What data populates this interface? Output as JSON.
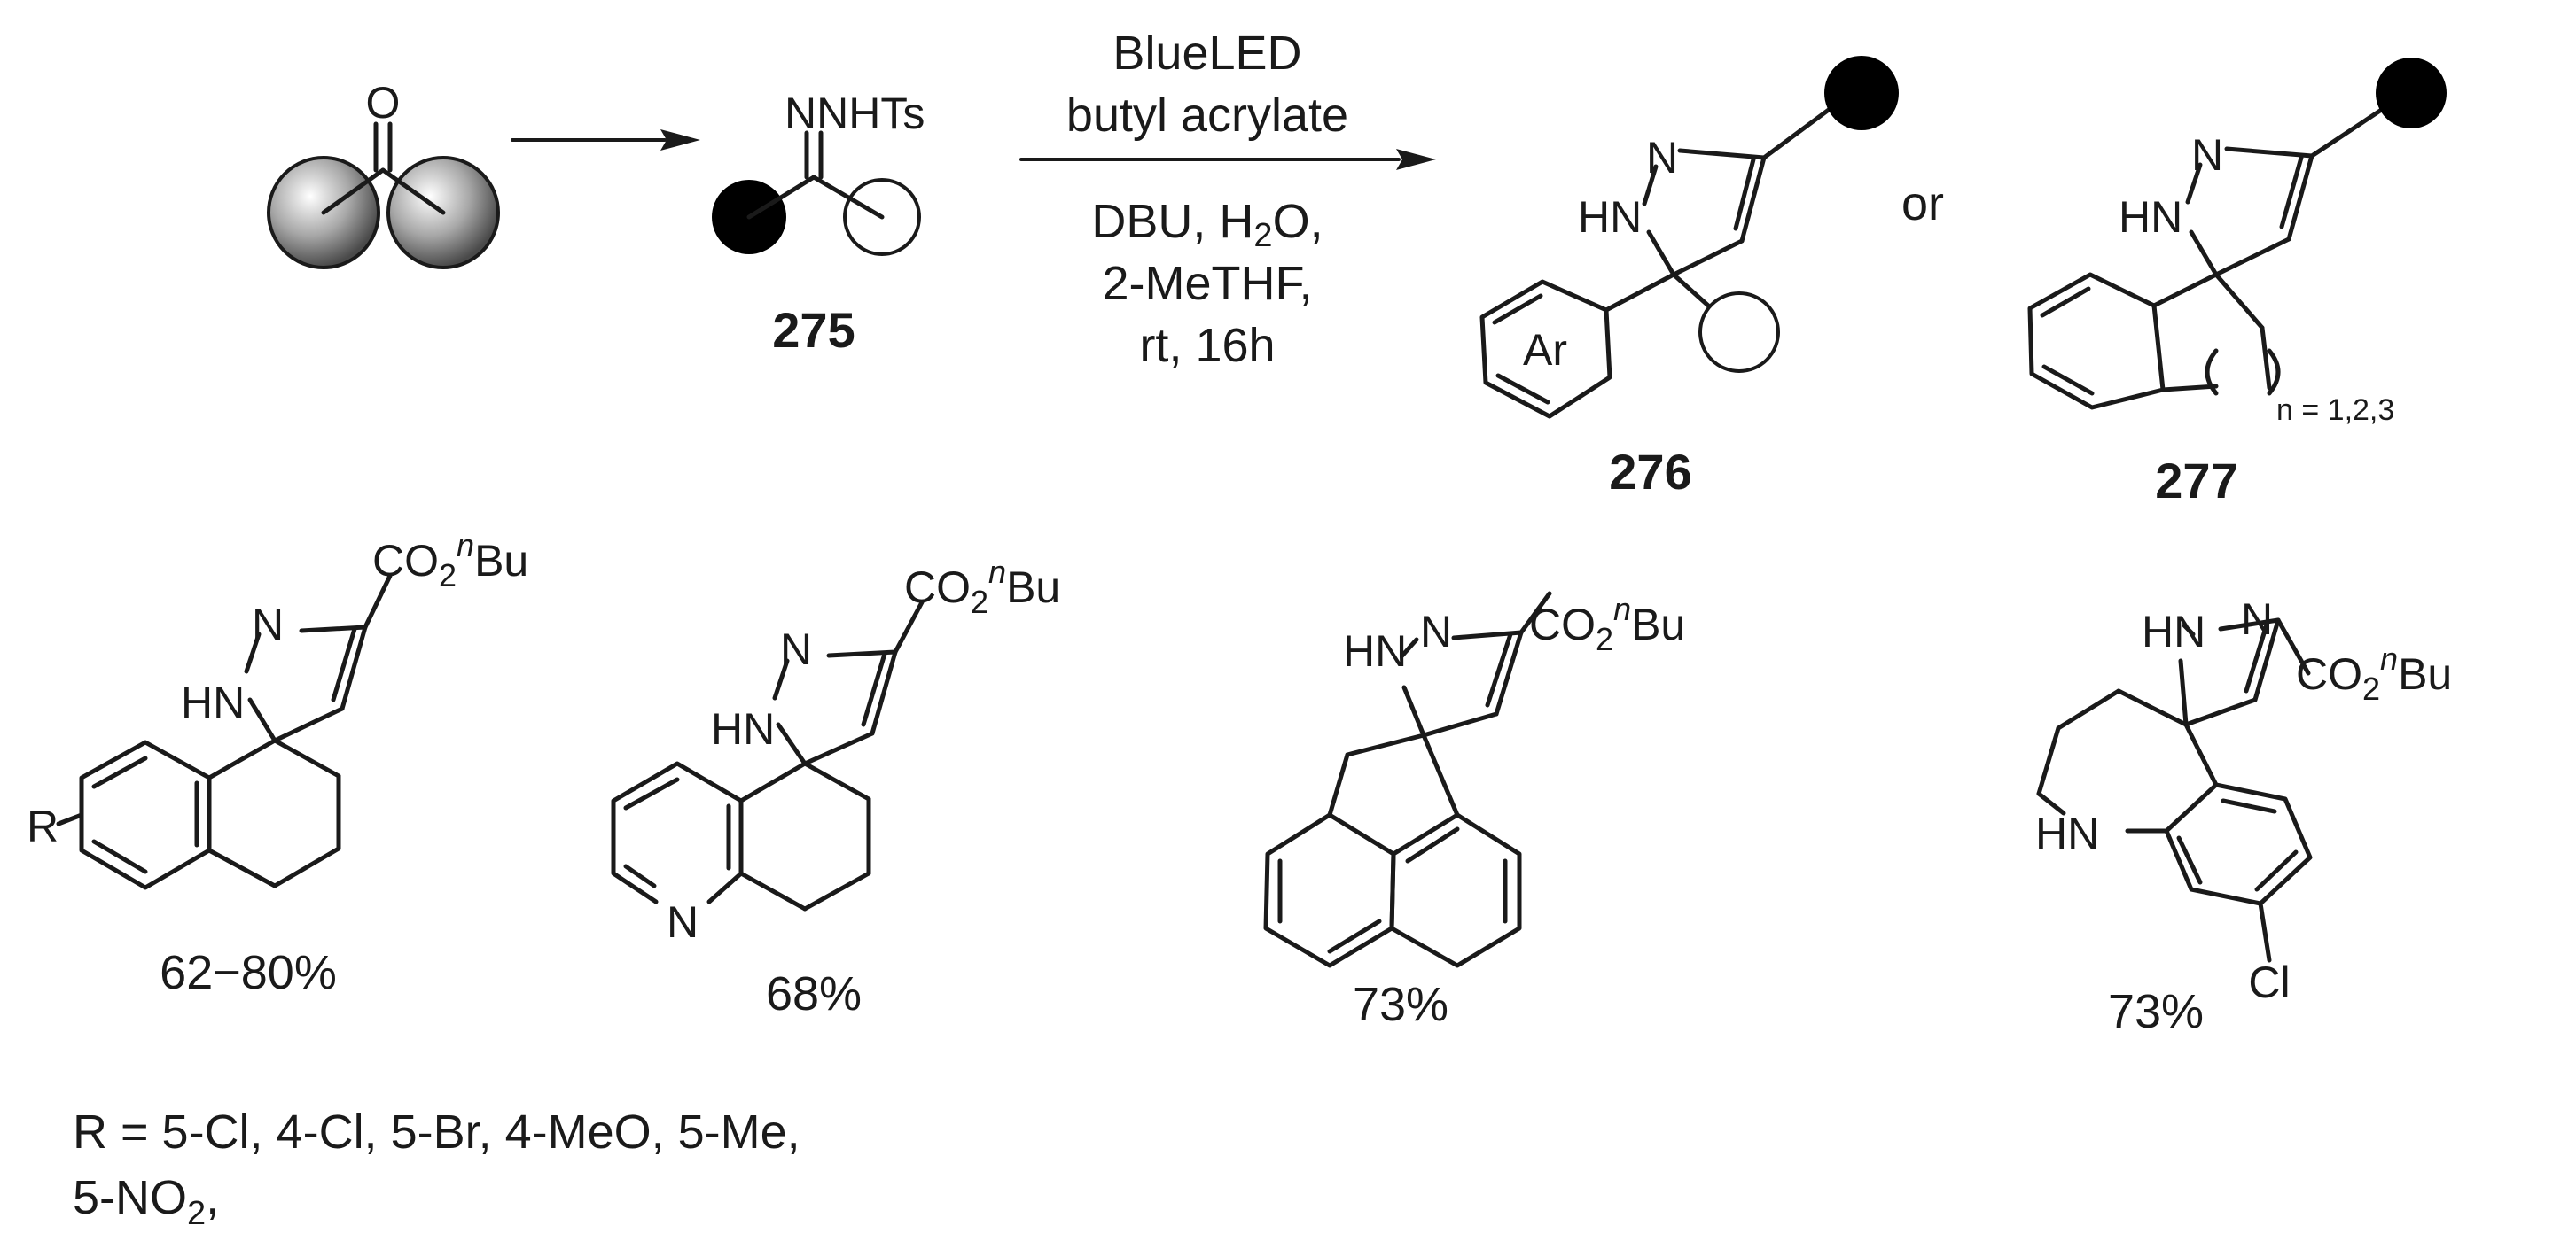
{
  "scheme": {
    "reagent_line1": "BlueLED",
    "reagent_line2": "butyl acrylate",
    "conditions_line1": "DBU, H",
    "conditions_sub1": "2",
    "conditions_line1_end": "O,",
    "conditions_line2": "2-MeTHF,",
    "conditions_line3": "rt, 16h",
    "or_text": "or",
    "label_275": "275",
    "label_276": "276",
    "label_277": "277",
    "n_values": "n = 1,2,3"
  },
  "atoms": {
    "O": "O",
    "NNHTs": "NNHTs",
    "N": "N",
    "HN": "HN",
    "Ar": "Ar",
    "R": "R",
    "Cl": "Cl",
    "ester_main": "CO",
    "ester_sub": "2",
    "ester_sup": "n",
    "ester_end": "Bu"
  },
  "yields": {
    "p1": "62−80%",
    "p2": "68%",
    "p3": "73%",
    "p4": "73%"
  },
  "footnote": {
    "line1": "R = 5-Cl, 4-Cl, 5-Br, 4-MeO, 5-Me,",
    "line2_a": "5-NO",
    "line2_sub": "2",
    "line2_b": ","
  }
}
